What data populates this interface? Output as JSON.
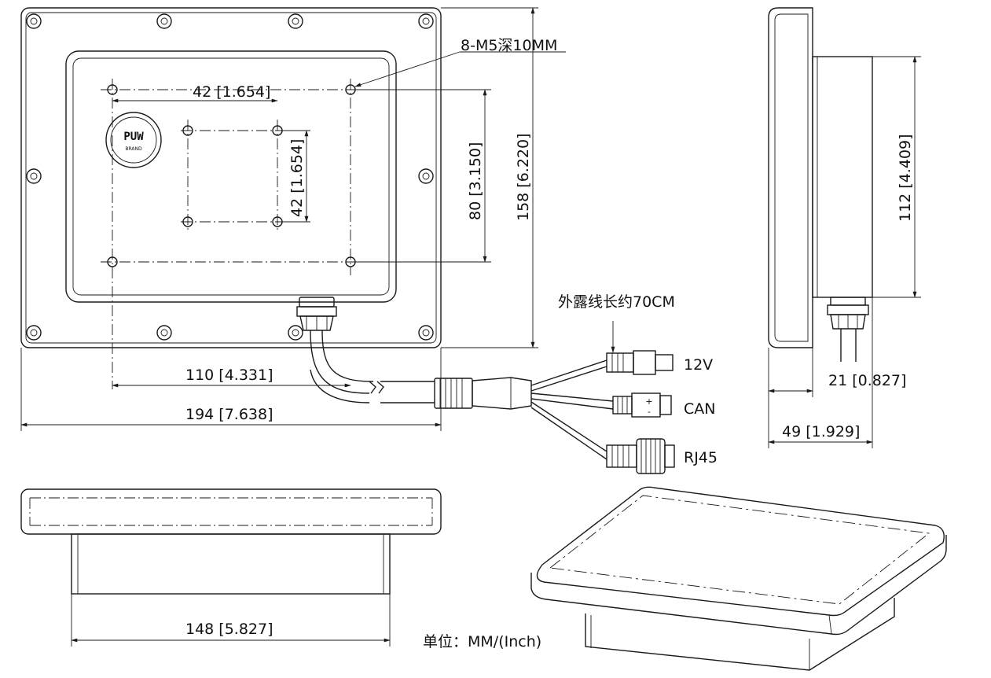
{
  "drawing": {
    "dimensions": {
      "hole_pattern_outer": "8-M5深10MM",
      "hole_h_42": "42 [1.654]",
      "hole_v_42": "42 [1.654]",
      "height_80": "80 [3.150]",
      "height_158": "158 [6.220]",
      "width_110": "110 [4.331]",
      "width_194": "194 [7.638]",
      "side_112": "112 [4.409]",
      "side_21": "21 [0.827]",
      "side_49": "49 [1.929]",
      "bottom_148": "148 [5.827]"
    },
    "cable": {
      "note": "外露线长约70CM",
      "connector_12v": "12V",
      "connector_can": "CAN",
      "connector_rj45": "RJ45",
      "can_plus": "+",
      "can_minus": "-"
    },
    "logo": {
      "text": "PUW",
      "subtext": "BRAND"
    },
    "unit_note": "单位：MM/(Inch)"
  }
}
